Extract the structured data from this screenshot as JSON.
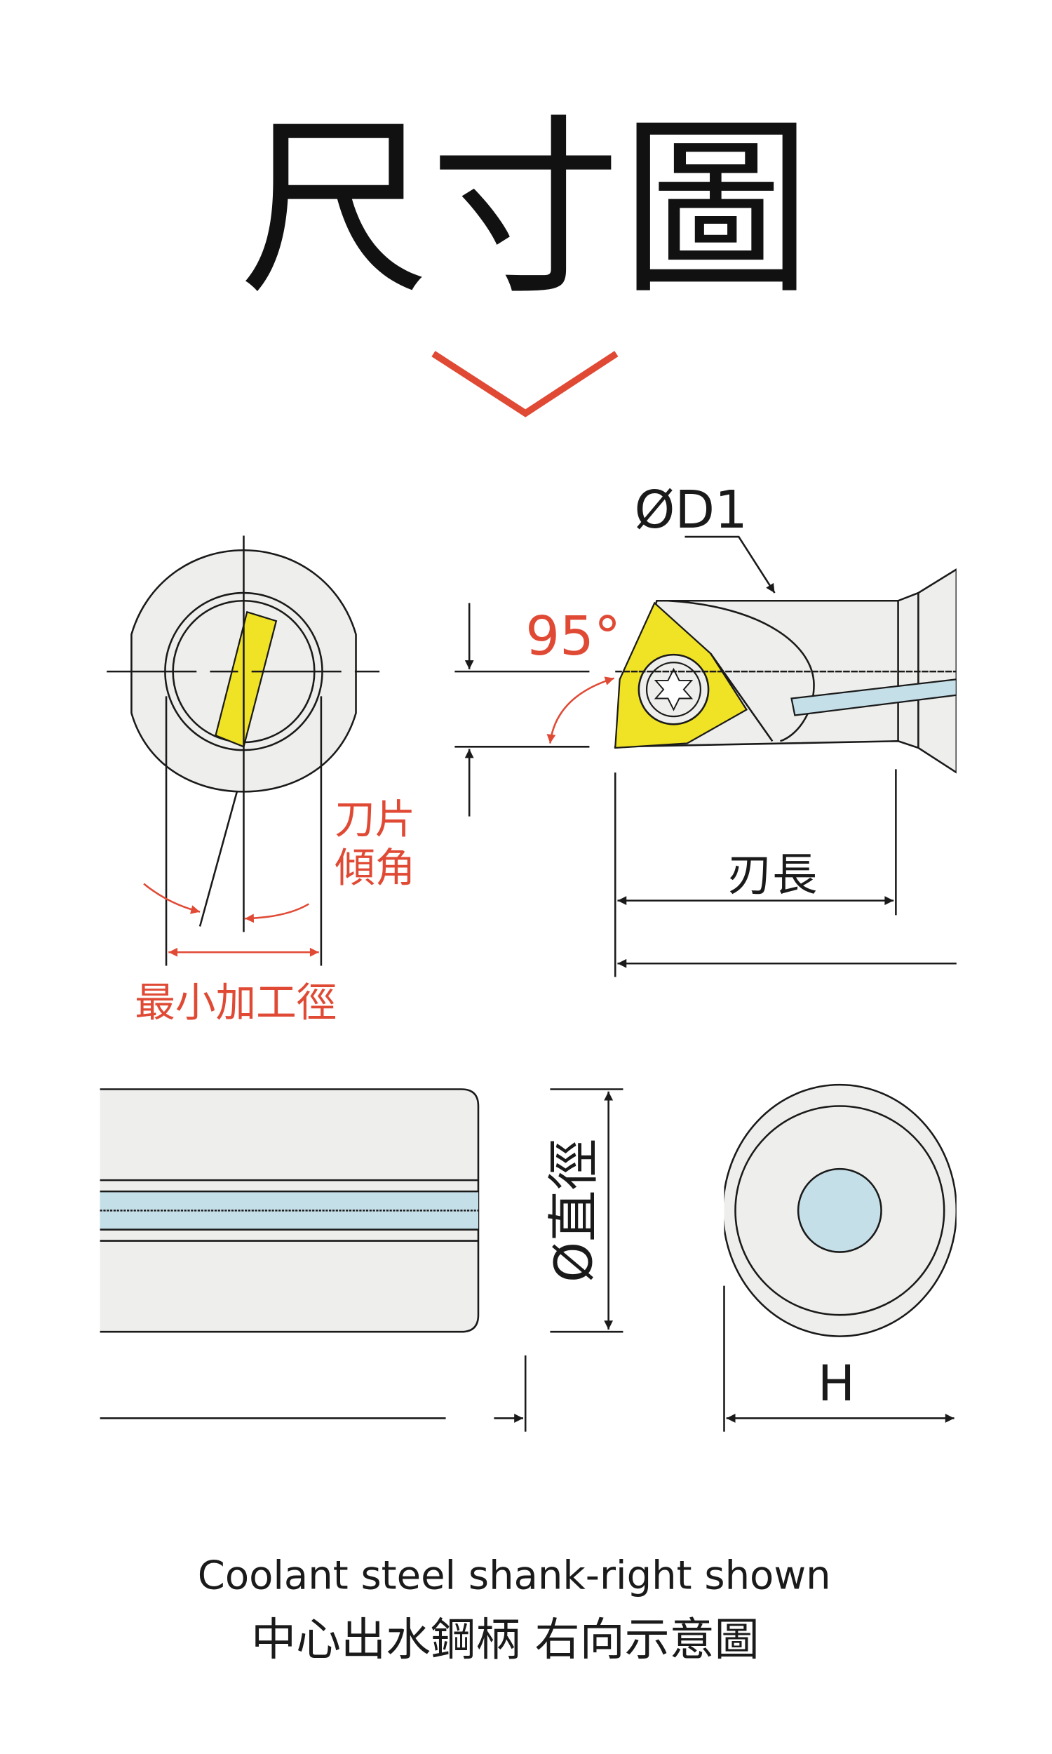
{
  "title": "尺寸圖",
  "labels": {
    "od1": "ØD1",
    "angle": "95°",
    "insert_incline_line1": "刀片",
    "insert_incline_line2": "傾角",
    "min_bore": "最小加工徑",
    "edge_length": "刃長",
    "diameter": "Ø直徑",
    "h": "H"
  },
  "caption": {
    "english": "Coolant steel shank-right shown",
    "chinese": "中心出水鋼柄 右向示意圖"
  },
  "colors": {
    "accent": "#e04a35",
    "insert": "#f0e224",
    "coolant": "#c5dfe9",
    "body": "#eeeeec"
  }
}
